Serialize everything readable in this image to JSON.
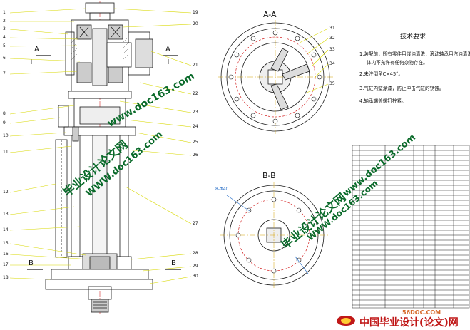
{
  "section_labels": {
    "aa_title": "A-A",
    "bb_title": "B-B",
    "a_left": "A",
    "a_right": "A",
    "b_left": "B",
    "b_right": "B"
  },
  "part_numbers_left": [
    "1",
    "2",
    "3",
    "4",
    "5",
    "6",
    "7",
    "8",
    "9",
    "10",
    "11",
    "12",
    "13",
    "14",
    "15",
    "16",
    "17",
    "18"
  ],
  "part_numbers_right": [
    "19",
    "20",
    "21",
    "22",
    "23",
    "24",
    "25",
    "26",
    "27",
    "28",
    "29",
    "30"
  ],
  "part_numbers_aa": [
    "31",
    "32",
    "33",
    "34",
    "35"
  ],
  "bb_callout": "8-Φ40",
  "notes": {
    "title": "技术要求",
    "items": [
      "1.装配前，所有零件用煤油清洗，滚动轴承用汽油清洗，机",
      "体内不允许有任何杂物存在。",
      "2.未注倒角C×45°。",
      "3.气缸内壁涂漆，防止冲击气缸的锈蚀。",
      "4.轴承端盖螺钉拧紧。"
    ]
  },
  "watermarks": {
    "url": "www.doc163.com",
    "zh": "毕业设计论文网",
    "url2": "WWW.doc163.com",
    "zh2": "毕业设计论文网"
  },
  "logo": {
    "site": "56DOC.COM",
    "zh": "中国毕业设计(论文)网"
  },
  "colors": {
    "line": "#1a1a1a",
    "leader": "#d8d800",
    "watermark": "#0a6a2a",
    "center": "#d4a000"
  }
}
